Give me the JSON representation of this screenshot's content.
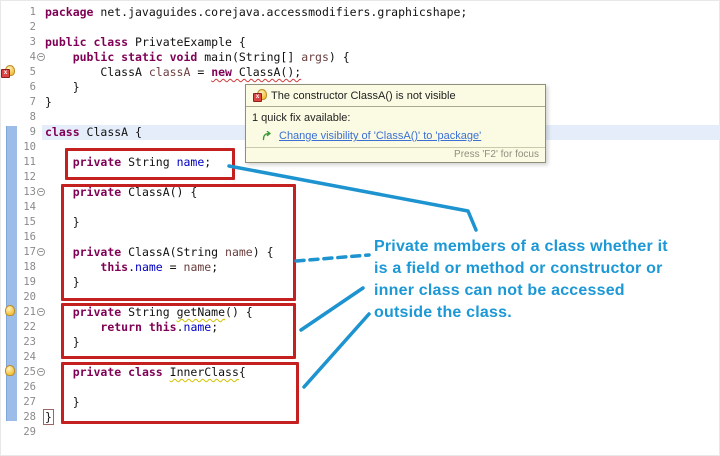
{
  "editor": {
    "lines": [
      {
        "n": 1,
        "tokens": [
          [
            "package",
            "kw"
          ],
          [
            " net.javaguides.corejava.accessmodifiers.graphicshape;",
            "pl"
          ]
        ]
      },
      {
        "n": 2,
        "tokens": []
      },
      {
        "n": 3,
        "tokens": [
          [
            "public class",
            "kw"
          ],
          [
            " PrivateExample {",
            "pl"
          ]
        ]
      },
      {
        "n": 4,
        "tokens": [
          [
            "    ",
            "pl"
          ],
          [
            "public static void",
            "kw"
          ],
          [
            " main(String[] ",
            "pl"
          ],
          [
            "args",
            "prm"
          ],
          [
            ") {",
            "pl"
          ]
        ]
      },
      {
        "n": 5,
        "tokens": [
          [
            "        ClassA ",
            "pl"
          ],
          [
            "classA",
            "prm"
          ],
          [
            " = ",
            "pl"
          ],
          [
            "new",
            "kw err"
          ],
          [
            " ClassA();",
            "pl err"
          ]
        ]
      },
      {
        "n": 6,
        "tokens": [
          [
            "    }",
            "pl"
          ]
        ]
      },
      {
        "n": 7,
        "tokens": [
          [
            "}",
            "pl"
          ]
        ]
      },
      {
        "n": 8,
        "tokens": []
      },
      {
        "n": 9,
        "tokens": [
          [
            "class",
            "kw"
          ],
          [
            " ClassA {",
            "pl"
          ]
        ]
      },
      {
        "n": 10,
        "tokens": []
      },
      {
        "n": 11,
        "tokens": [
          [
            "    ",
            "pl"
          ],
          [
            "private",
            "kw"
          ],
          [
            " String ",
            "pl"
          ],
          [
            "name",
            "fld"
          ],
          [
            ";",
            "pl"
          ]
        ]
      },
      {
        "n": 12,
        "tokens": []
      },
      {
        "n": 13,
        "tokens": [
          [
            "    ",
            "pl"
          ],
          [
            "private",
            "kw"
          ],
          [
            " ClassA() {",
            "pl"
          ]
        ]
      },
      {
        "n": 14,
        "tokens": []
      },
      {
        "n": 15,
        "tokens": [
          [
            "    }",
            "pl"
          ]
        ]
      },
      {
        "n": 16,
        "tokens": []
      },
      {
        "n": 17,
        "tokens": [
          [
            "    ",
            "pl"
          ],
          [
            "private",
            "kw"
          ],
          [
            " ClassA(String ",
            "pl"
          ],
          [
            "name",
            "prm"
          ],
          [
            ") {",
            "pl"
          ]
        ]
      },
      {
        "n": 18,
        "tokens": [
          [
            "        ",
            "pl"
          ],
          [
            "this",
            "kw"
          ],
          [
            ".",
            "pl"
          ],
          [
            "name",
            "fld"
          ],
          [
            " = ",
            "pl"
          ],
          [
            "name",
            "prm"
          ],
          [
            ";",
            "pl"
          ]
        ]
      },
      {
        "n": 19,
        "tokens": [
          [
            "    }",
            "pl"
          ]
        ]
      },
      {
        "n": 20,
        "tokens": []
      },
      {
        "n": 21,
        "tokens": [
          [
            "    ",
            "pl"
          ],
          [
            "private",
            "kw"
          ],
          [
            " String ",
            "pl"
          ],
          [
            "getName",
            "pl warn"
          ],
          [
            "() {",
            "pl"
          ]
        ]
      },
      {
        "n": 22,
        "tokens": [
          [
            "        ",
            "pl"
          ],
          [
            "return",
            "kw"
          ],
          [
            " ",
            "pl"
          ],
          [
            "this",
            "kw"
          ],
          [
            ".",
            "pl"
          ],
          [
            "name",
            "fld"
          ],
          [
            ";",
            "pl"
          ]
        ]
      },
      {
        "n": 23,
        "tokens": [
          [
            "    }",
            "pl"
          ]
        ]
      },
      {
        "n": 24,
        "tokens": []
      },
      {
        "n": 25,
        "tokens": [
          [
            "    ",
            "pl"
          ],
          [
            "private class",
            "kw"
          ],
          [
            " ",
            "pl"
          ],
          [
            "InnerClass",
            "pl warn"
          ],
          [
            "{",
            "pl"
          ]
        ]
      },
      {
        "n": 26,
        "tokens": []
      },
      {
        "n": 27,
        "tokens": [
          [
            "    }",
            "pl"
          ]
        ]
      },
      {
        "n": 28,
        "tokens": [
          [
            "}",
            "brace"
          ]
        ]
      },
      {
        "n": 29,
        "tokens": []
      }
    ],
    "gutter_icons": [
      {
        "line": 5,
        "type": "error",
        "badge": "x"
      },
      {
        "line": 21,
        "type": "warn",
        "badge": ""
      },
      {
        "line": 25,
        "type": "warn",
        "badge": ""
      }
    ],
    "fold_lines": [
      4,
      13,
      17,
      21,
      25
    ],
    "range_bar": {
      "from_line": 9,
      "to_line": 28
    }
  },
  "tooltip": {
    "title": "The constructor ClassA() is not visible",
    "quickfix_count_label": "1 quick fix available:",
    "link_label": "Change visibility of 'ClassA()' to 'package'",
    "footer_hint": "Press 'F2' for focus"
  },
  "annotation": {
    "text_lines": [
      "Private members of a class whether it",
      "is a field or method or constructor or",
      "inner class can not be accessed",
      "outside the class."
    ]
  },
  "colors": {
    "keyword": "#7f0055",
    "field_blue": "#0000c0",
    "parameter_brown": "#6a3e3e",
    "annotation_blue": "#1b98d5",
    "box_red": "#c42020",
    "current_line_blue": "#e4edf9",
    "tooltip_bg": "#fbfbe3",
    "link_blue": "#3b6fd4"
  }
}
